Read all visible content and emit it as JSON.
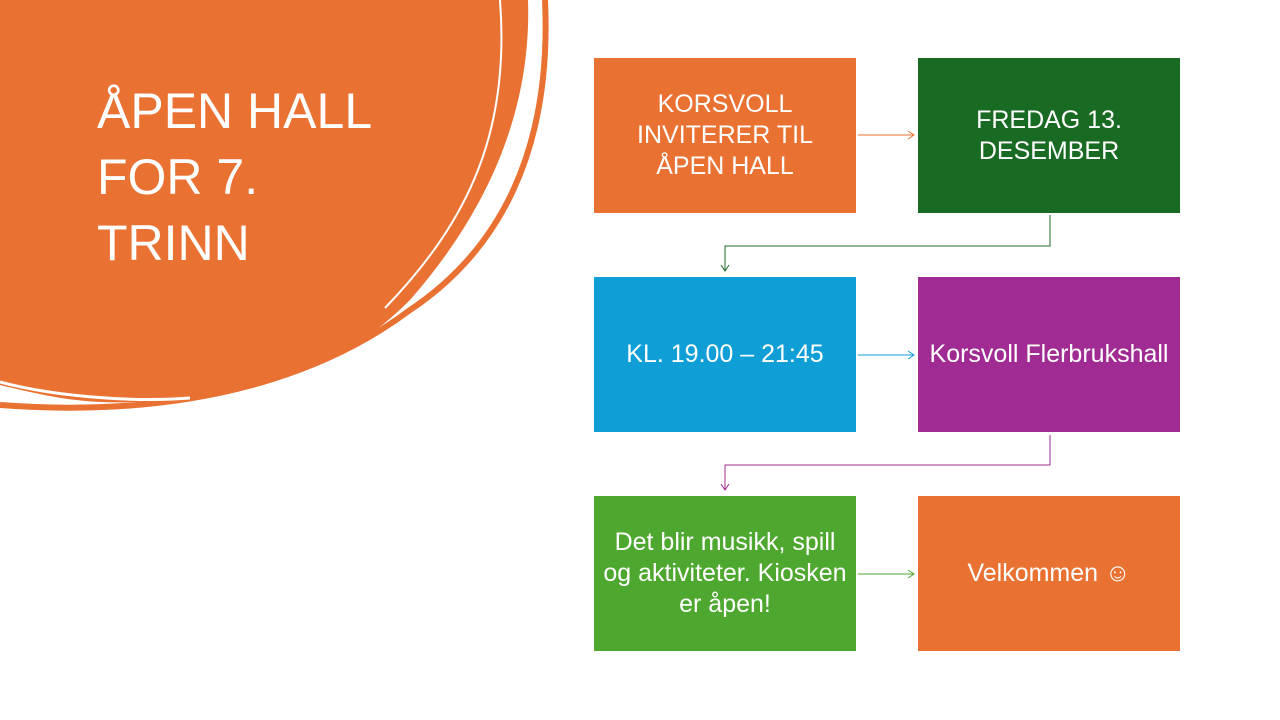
{
  "title": {
    "lines": [
      "ÅPEN HALL",
      "FOR 7.",
      "TRINN"
    ]
  },
  "colors": {
    "orange": "#E97132",
    "dark_green": "#196B24",
    "blue": "#0F9ED5",
    "purple": "#A02B93",
    "green": "#4EA72E"
  },
  "steps": [
    {
      "text": "KORSVOLL INVITERER TIL ÅPEN HALL"
    },
    {
      "text": "FREDAG 13. DESEMBER"
    },
    {
      "text": "KL. 19.00 – 21:45"
    },
    {
      "text": "Korsvoll Flerbrukshall"
    },
    {
      "text": "Det blir musikk, spill og aktiviteter. Kiosken er åpen!"
    },
    {
      "text": "Velkommen ☺"
    }
  ]
}
